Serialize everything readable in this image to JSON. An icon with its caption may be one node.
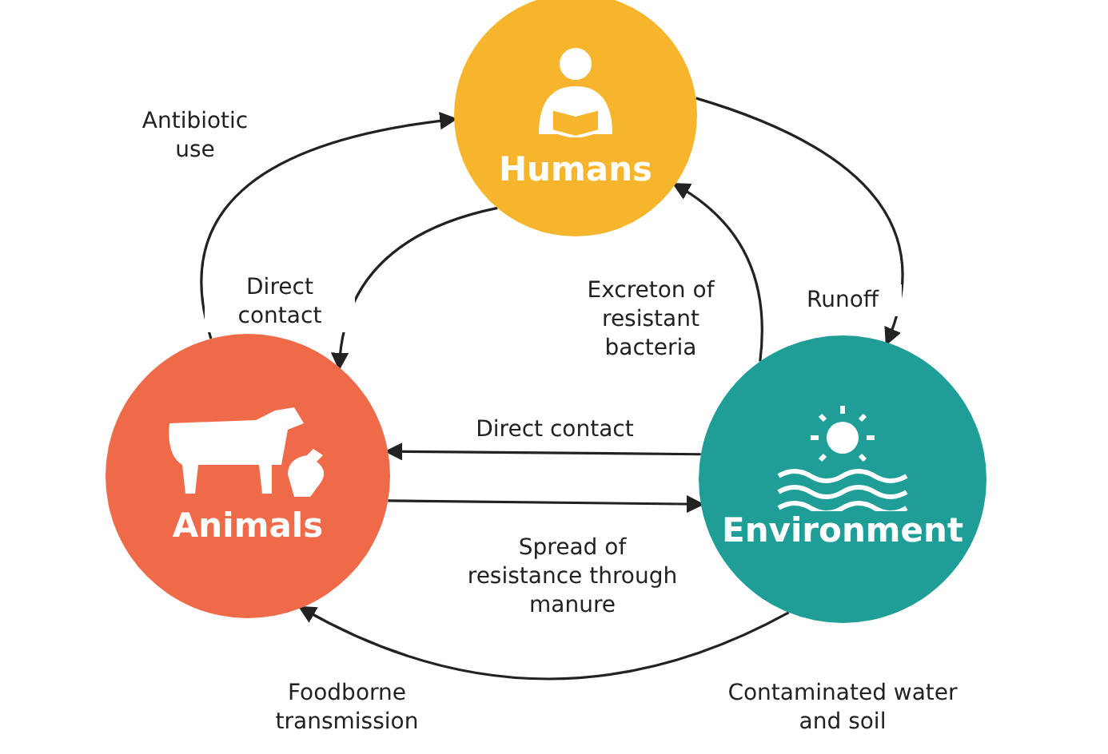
{
  "diagram": {
    "nodes": [
      {
        "text": [
          "Humans"
        ]
      },
      {
        "text": [
          "Animals"
        ]
      },
      {
        "text": [
          "Environment"
        ]
      }
    ],
    "edges": [
      {
        "from": 1,
        "to": 0,
        "arrow": "to",
        "label": "Antibiotic use"
      },
      {
        "from": 0,
        "to": 1,
        "arrow": "to",
        "label": "Direct contact"
      },
      {
        "from": 2,
        "to": 0,
        "arrow": "to",
        "label": "Excreton of resistant bacteria"
      },
      {
        "from": 0,
        "to": 2,
        "arrow": "to",
        "label": "Runoff"
      },
      {
        "from": 2,
        "to": 1,
        "arrow": "to",
        "label": "Direct contact"
      },
      {
        "from": 1,
        "to": 2,
        "arrow": "to",
        "label": "Spread of resistance through manure"
      },
      {
        "from": 2,
        "to": 1,
        "arrow": "to"
      }
    ],
    "labels": [
      "Foodborne transmission",
      "Contaminated water and soil"
    ]
  }
}
